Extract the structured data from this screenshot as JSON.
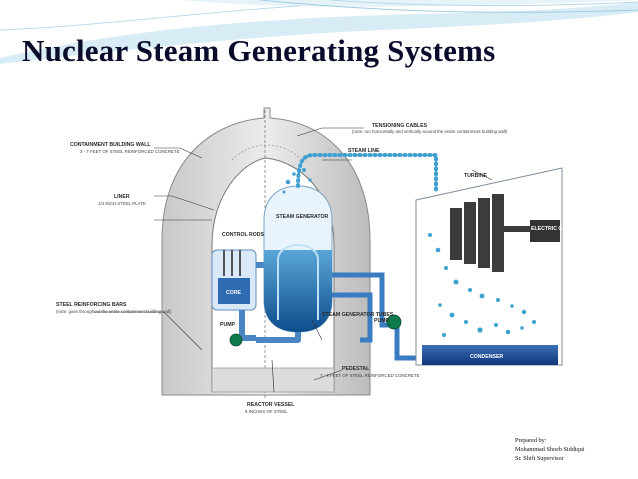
{
  "slide": {
    "title": "Nuclear Steam Generating Systems",
    "credits": [
      "Prepared by:",
      "Mohammad Shoeb Siddiqui",
      "Sr. Shift Supervisor"
    ]
  },
  "diagram": {
    "labels": {
      "tensioning_cables": "TENSIONING CABLES",
      "tensioning_cables_note": "(note: run horizontally and vertically around the entire containment building wall)",
      "steam_line": "STEAM LINE",
      "turbine": "TURBINE",
      "containment_wall": "CONTAINMENT BUILDING WALL",
      "containment_wall_sub": "3 - 7 FEET OF STEEL REINFORCED CONCRETE",
      "steam_generator": "STEAM GENERATOR",
      "control_rods": "CONTROL RODS",
      "liner": "LINER",
      "liner_sub": "1/4 INCH STEEL PLATE",
      "core": "CORE",
      "electric_generator": "ELECTRIC GENERATOR",
      "steel_bars": "STEEL REINFORCING BARS",
      "steel_bars_note": "(note: goes throughout the entire containment building wall)",
      "pump_left": "PUMP",
      "pump_right": "PUMP",
      "sg_tubes": "STEAM GENERATOR TUBES",
      "condenser": "CONDENSER",
      "pedestal": "PEDESTAL",
      "pedestal_sub": "7 - 9 FEET OF STEEL REINFORCED CONCRETE",
      "reactor_vessel": "REACTOR VESSEL",
      "reactor_vessel_sub": "8 INCHES OF STEEL"
    }
  }
}
